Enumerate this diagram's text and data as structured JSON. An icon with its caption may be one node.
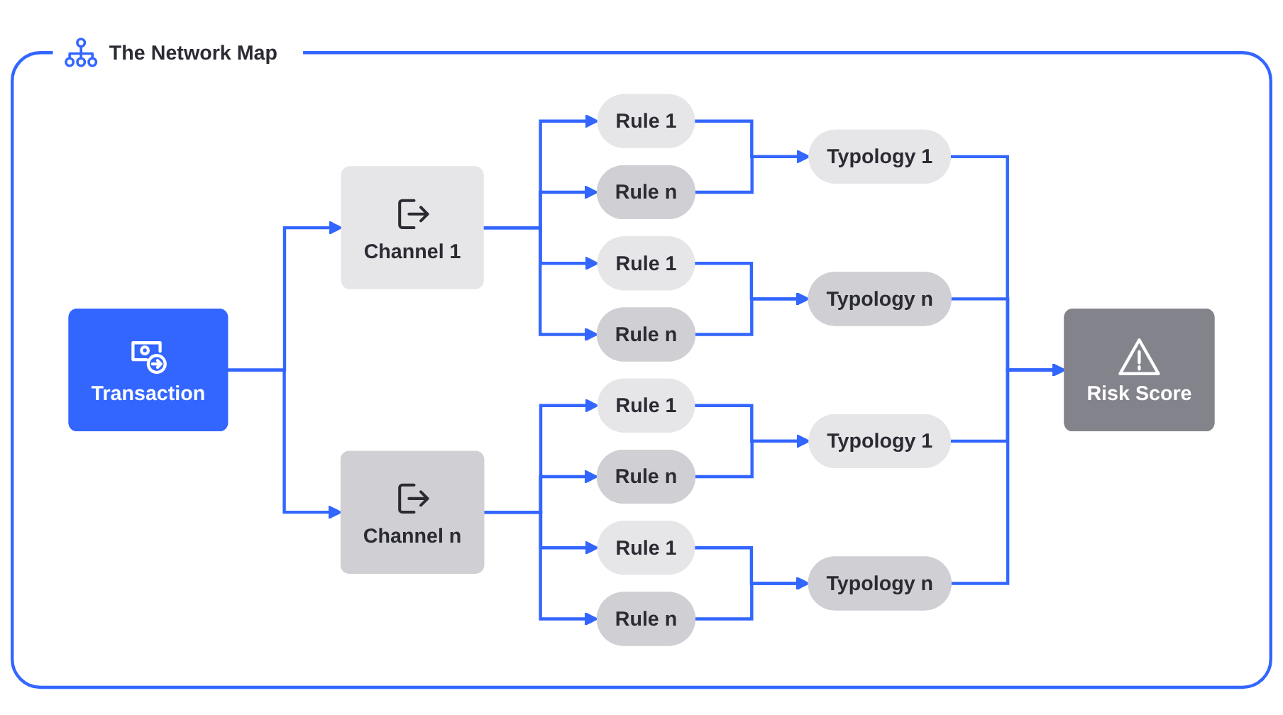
{
  "diagram": {
    "nodes": [
      {
        "text": [
          "The Network Map"
        ]
      },
      {
        "text": [
          "Transaction"
        ],
        "in": 0
      },
      {
        "text": [
          "Channel 1"
        ],
        "in": 0
      },
      {
        "text": [
          "Channel n"
        ],
        "in": 0
      },
      {
        "text": [
          "Rule 1"
        ],
        "in": 0
      },
      {
        "text": [
          "Rule n"
        ],
        "in": 0
      },
      {
        "text": [
          "Rule 1"
        ],
        "in": 0
      },
      {
        "text": [
          "Rule n"
        ],
        "in": 0
      },
      {
        "text": [
          "Rule 1"
        ],
        "in": 0
      },
      {
        "text": [
          "Rule n"
        ],
        "in": 0
      },
      {
        "text": [
          "Rule 1"
        ],
        "in": 0
      },
      {
        "text": [
          "Rule n"
        ],
        "in": 0
      },
      {
        "text": [
          "Typology 1"
        ],
        "in": 0
      },
      {
        "text": [
          "Typology n"
        ],
        "in": 0
      },
      {
        "text": [
          "Typology 1"
        ],
        "in": 0
      },
      {
        "text": [
          "Typology n"
        ],
        "in": 0
      },
      {
        "text": [
          "Risk Score"
        ],
        "in": 0
      }
    ],
    "edges": [
      {
        "from": 1,
        "to": 2,
        "arrow": "to"
      },
      {
        "from": 1,
        "to": 3,
        "arrow": "to"
      },
      {
        "from": 2,
        "to": 4,
        "arrow": "to"
      },
      {
        "from": 2,
        "to": 5,
        "arrow": "to"
      },
      {
        "from": 2,
        "to": 6,
        "arrow": "to"
      },
      {
        "from": 2,
        "to": 7,
        "arrow": "to"
      },
      {
        "from": 3,
        "to": 8,
        "arrow": "to"
      },
      {
        "from": 3,
        "to": 9,
        "arrow": "to"
      },
      {
        "from": 3,
        "to": 10,
        "arrow": "to"
      },
      {
        "from": 3,
        "to": 11,
        "arrow": "to"
      },
      {
        "from": 4,
        "to": 12,
        "arrow": "to"
      },
      {
        "from": 5,
        "to": 12,
        "arrow": "to"
      },
      {
        "from": 6,
        "to": 13,
        "arrow": "to"
      },
      {
        "from": 7,
        "to": 13,
        "arrow": "to"
      },
      {
        "from": 8,
        "to": 14,
        "arrow": "to"
      },
      {
        "from": 9,
        "to": 14,
        "arrow": "to"
      },
      {
        "from": 10,
        "to": 15,
        "arrow": "to"
      },
      {
        "from": 11,
        "to": 15,
        "arrow": "to"
      },
      {
        "from": 12,
        "to": 16,
        "arrow": "to"
      },
      {
        "from": 13,
        "to": 16,
        "arrow": "to"
      },
      {
        "from": 14,
        "to": 16,
        "arrow": "to"
      },
      {
        "from": 15,
        "to": 16,
        "arrow": "to"
      }
    ]
  }
}
